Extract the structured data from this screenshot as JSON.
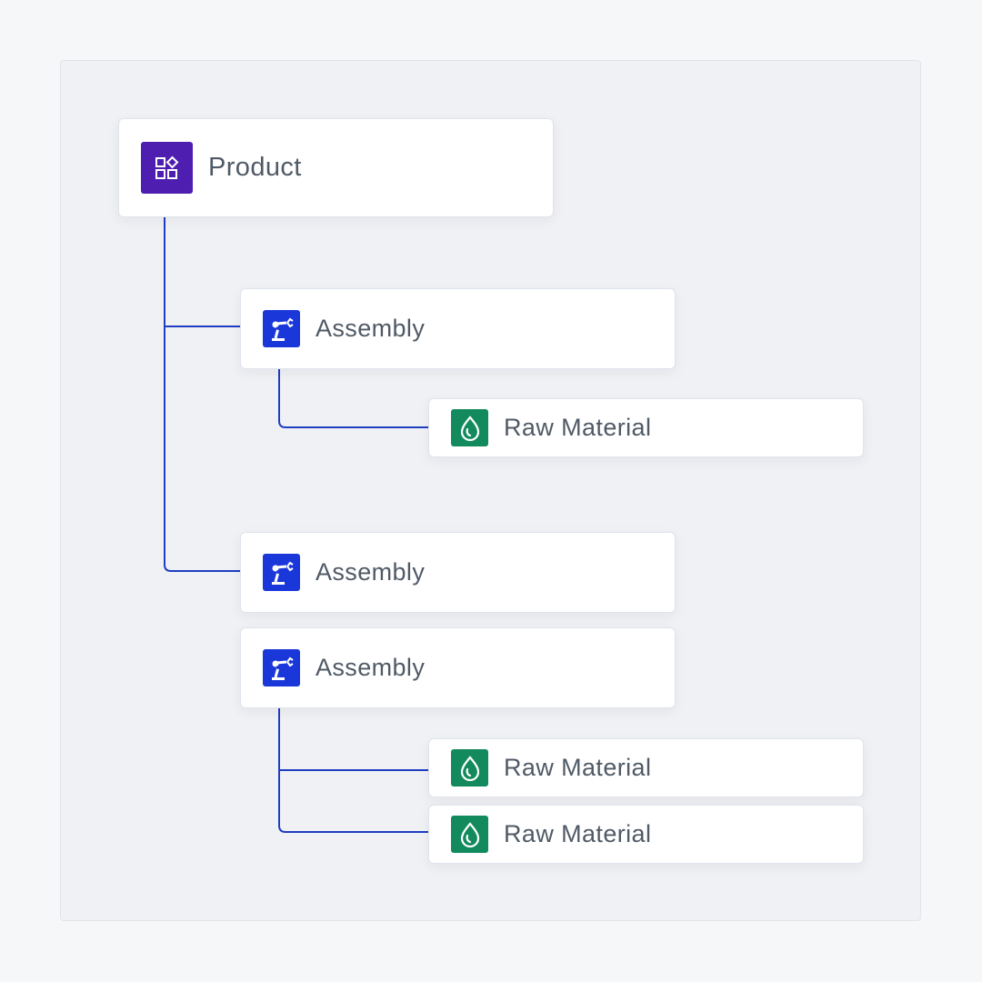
{
  "colors": {
    "connector": "#1f3ec2",
    "product_icon_bg": "#4d1eb0",
    "assembly_icon_bg": "#1a38d9",
    "raw_material_icon_bg": "#138a5e",
    "label_text": "#505a66"
  },
  "tree": {
    "product": {
      "label": "Product",
      "icon": "product-blocks-icon"
    },
    "assemblies": [
      {
        "label": "Assembly",
        "icon": "robot-arm-icon"
      },
      {
        "label": "Assembly",
        "icon": "robot-arm-icon"
      },
      {
        "label": "Assembly",
        "icon": "robot-arm-icon"
      }
    ],
    "raw_materials": [
      {
        "label": "Raw Material",
        "icon": "droplet-icon"
      },
      {
        "label": "Raw Material",
        "icon": "droplet-icon"
      },
      {
        "label": "Raw Material",
        "icon": "droplet-icon"
      }
    ]
  }
}
